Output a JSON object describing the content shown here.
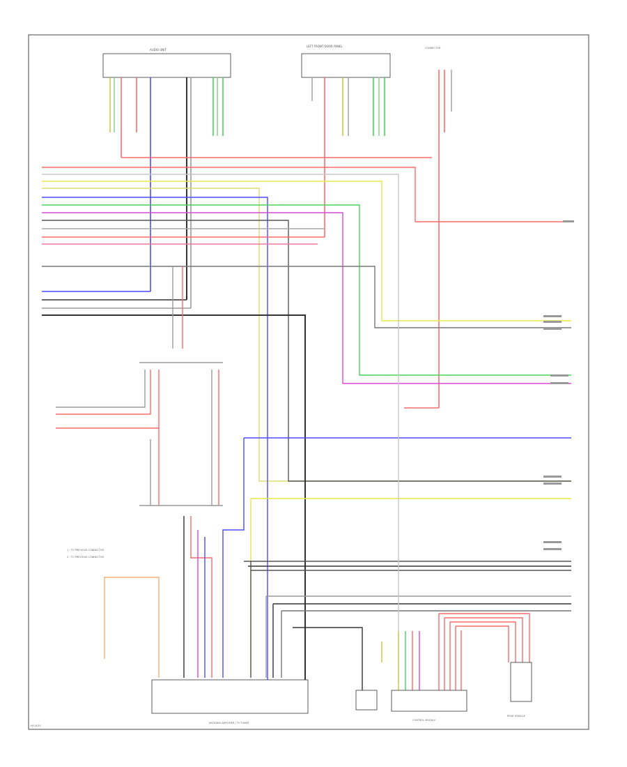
{
  "components": {
    "audio_unit": "AUDIO UNIT",
    "left_front_panel": "LEFT FRONT DOOR PANEL",
    "connector_top": "CONNECTOR",
    "antenna_amp": "ANTENNA AMPLIFIER / TV TUNER",
    "control_module": "CONTROL MODULE",
    "rear_module": "REAR MODULE"
  },
  "notes": {
    "note1": "1 : TO PREVIOUS CONNECTOR",
    "note2": "2 : TO PREVIOUS CONNECTOR"
  },
  "footer": "W14039",
  "wire_colors": {
    "red": "#ff6a6a",
    "pink": "#f07a9a",
    "green": "#49d35a",
    "light_green": "#8fd98a",
    "blue": "#4a4aff",
    "yellow": "#e8e84a",
    "dark_yellow": "#c8c840",
    "violet": "#d84ad8",
    "black": "#333333",
    "gray": "#9a9a9a",
    "light_gray": "#c8c8c8",
    "brown": "#c8a040",
    "orange": "#f0b070"
  }
}
